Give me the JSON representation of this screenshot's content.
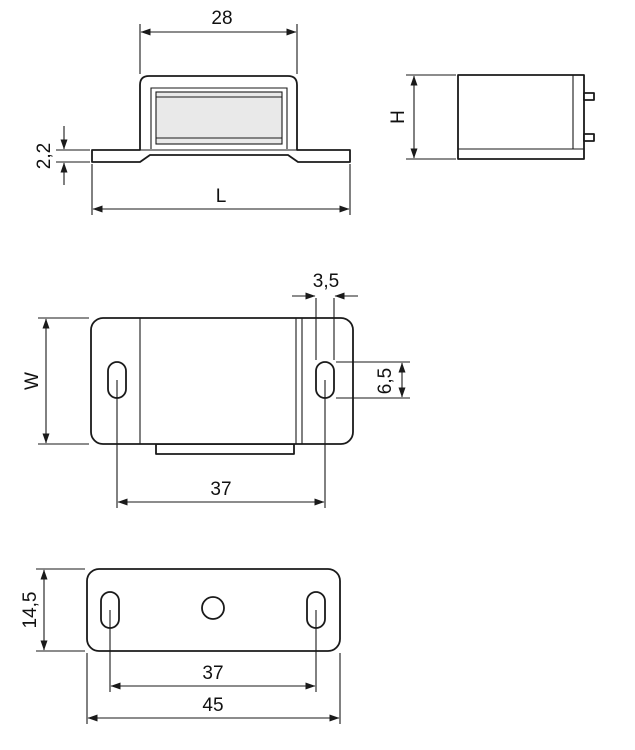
{
  "drawing": {
    "stroke_color": "#1a1a1a",
    "background": "#ffffff",
    "front_view": {
      "width_dim": "28",
      "thickness_dim": "2,2",
      "length_dim": "L"
    },
    "side_view": {
      "height_dim": "H"
    },
    "top_view": {
      "slot_width_dim": "3,5",
      "slot_length_dim": "6,5",
      "width_dim": "W",
      "hole_spacing_dim": "37"
    },
    "plate_view": {
      "height_dim": "14,5",
      "hole_spacing_dim": "37",
      "length_dim": "45"
    }
  }
}
